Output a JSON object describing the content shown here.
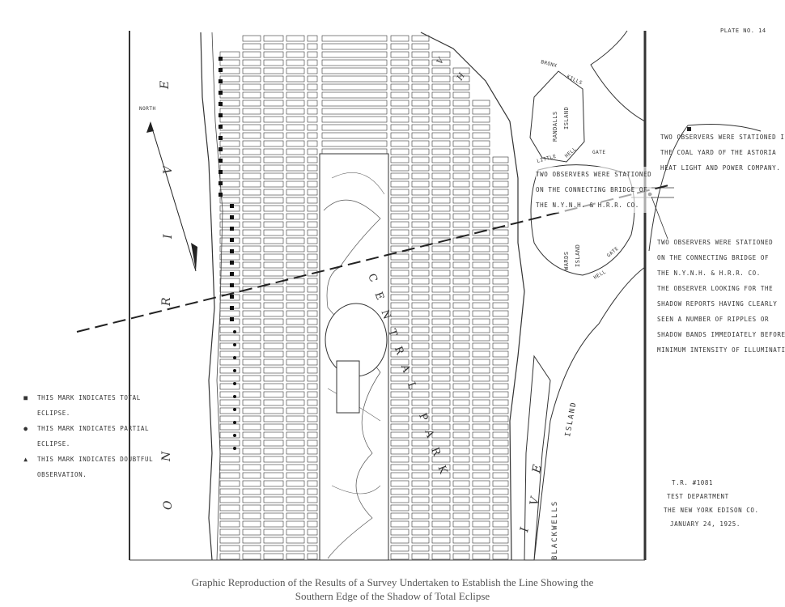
{
  "plate_label": "PLATE NO. 14",
  "north_label": "NORTH",
  "river_letters_west": [
    "E",
    "V",
    "I",
    "R",
    "N",
    "O"
  ],
  "river_letters_east": [
    "E",
    "V",
    "I"
  ],
  "place_labels": {
    "randalls_island": [
      "RANDALLS",
      "ISLAND"
    ],
    "wards_island": [
      "WARDS",
      "ISLAND"
    ],
    "blackwells_island": [
      "BLACKWELLS",
      "ISLAND"
    ],
    "central_park": "CENTRAL PARK",
    "bronx_kills": [
      "BRONX",
      "KILLS"
    ],
    "hell_gate": [
      "HELL",
      "GATE"
    ],
    "little_hell_gate": [
      "LITTLE",
      "HELL",
      "GATE"
    ]
  },
  "observations": [
    {
      "text": [
        "TWO OBSERVERS WERE STATIONED IN",
        "THE COAL YARD OF THE ASTORIA",
        "HEAT LIGHT AND POWER COMPANY."
      ]
    },
    {
      "text": [
        "TWO OBSERVERS WERE STATIONED",
        "ON THE CONNECTING BRIDGE OF",
        "THE N.Y.N.H. & H.R.R. CO."
      ]
    },
    {
      "text": [
        "TWO OBSERVERS WERE STATIONED",
        "ON THE CONNECTING BRIDGE OF",
        "THE N.Y.N.H. & H.R.R. CO.",
        "THE OBSERVER LOOKING FOR THE",
        "SHADOW REPORTS HAVING CLEARLY",
        "SEEN A NUMBER OF RIPPLES OR",
        "SHADOW BANDS IMMEDIATELY BEFORE",
        "MINIMUM INTENSITY OF ILLUMINATION."
      ]
    }
  ],
  "legend": [
    {
      "symbol": "■",
      "lines": [
        "THIS MARK INDICATES TOTAL",
        "ECLIPSE."
      ]
    },
    {
      "symbol": "●",
      "lines": [
        "THIS MARK INDICATES PARTIAL",
        "ECLIPSE."
      ]
    },
    {
      "symbol": "▲",
      "lines": [
        "THIS MARK INDICATES DOUBTFUL",
        "OBSERVATION."
      ]
    }
  ],
  "signature": [
    "T.R. #1081",
    "TEST DEPARTMENT",
    "THE NEW YORK EDISON CO.",
    "JANUARY 24, 1925."
  ],
  "caption": [
    "Graphic Reproduction of the Results of a Survey Undertaken to Establish the Line Showing the",
    "Southern Edge of the Shadow of Total Eclipse"
  ]
}
